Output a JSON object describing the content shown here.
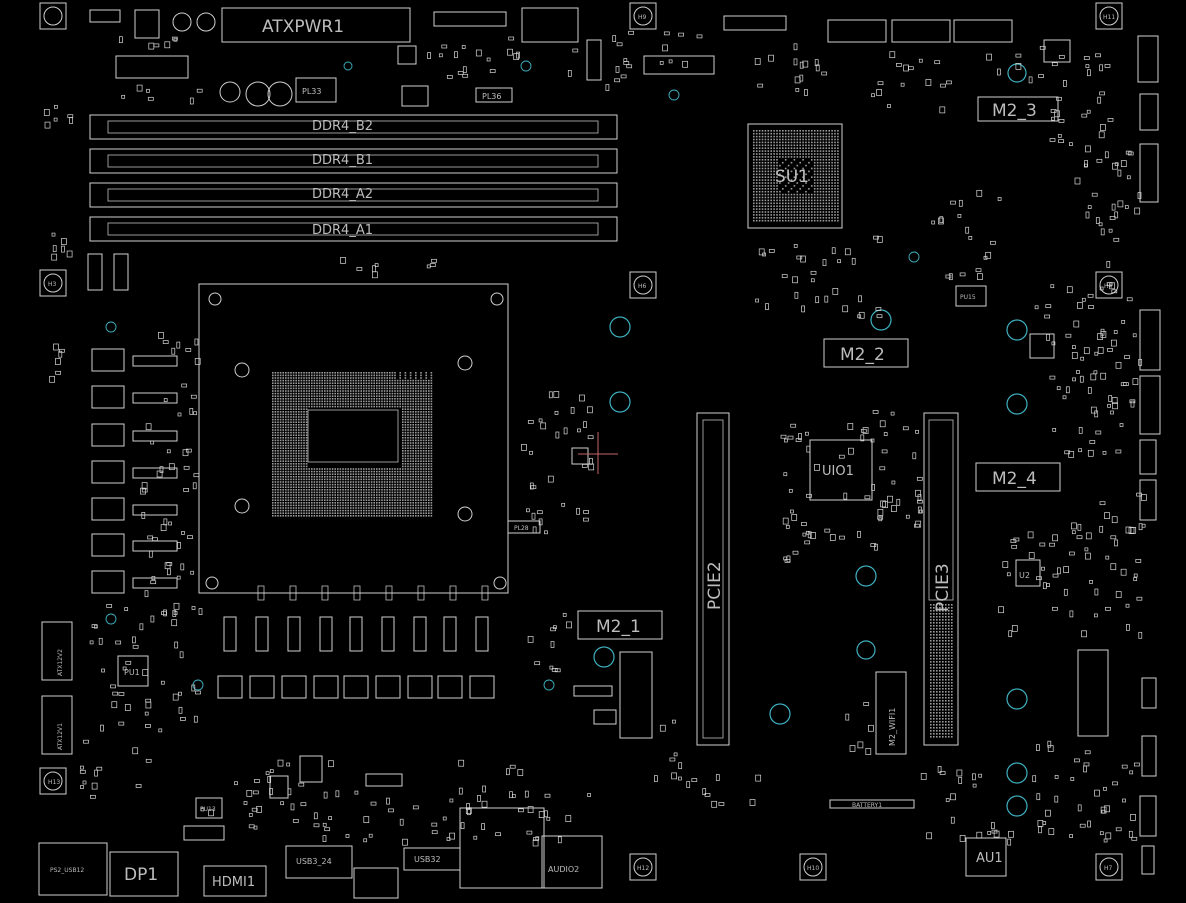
{
  "labels": {
    "atxpwr1": "ATXPWR1",
    "ddr4_b2": "DDR4_B2",
    "ddr4_b1": "DDR4_B1",
    "ddr4_a2": "DDR4_A2",
    "ddr4_a1": "DDR4_A1",
    "su1": "SU1",
    "m2_3": "M2_3",
    "m2_2": "M2_2",
    "m2_4": "M2_4",
    "m2_1": "M2_1",
    "m2_wifi1": "M2_WIFI1",
    "uio1": "UIO1",
    "pcie2": "PCIE2",
    "pcie3": "PCIE3",
    "pu1": "PU1",
    "u2": "U2",
    "au1": "AU1",
    "dp1": "DP1",
    "hdmi1": "HDMI1",
    "usb3_24": "USB3_24",
    "usb32": "USB32",
    "audio2": "AUDIO2",
    "battery1": "BATTERY1",
    "pl33": "PL33",
    "pl36": "PL36",
    "pl28": "PL28",
    "pu13": "PU13",
    "pu15": "PU15",
    "h3": "H3",
    "h4": "H4",
    "h6": "H6",
    "h7": "H7",
    "h9": "H9",
    "h10": "H10",
    "h11": "H11",
    "h12": "H12",
    "h13": "H13",
    "ps2": "PS2_USB12",
    "atx12v1": "ATX12V1",
    "atx12v2": "ATX12V2"
  },
  "colors": {
    "background": "#000000",
    "silkscreen": "#cfcfcf",
    "mounting_hole": "#3fb0c0",
    "marker": "#c86464"
  }
}
